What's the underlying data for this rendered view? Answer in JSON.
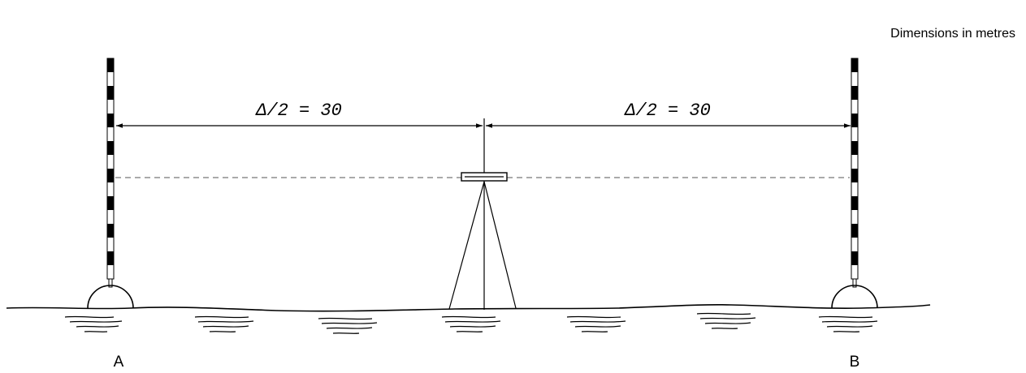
{
  "units_note": "Dimensions in metres",
  "dimensions": {
    "left": "Δ/2 = 30",
    "right": "Δ/2 = 30"
  },
  "points": {
    "a": "A",
    "b": "B"
  }
}
